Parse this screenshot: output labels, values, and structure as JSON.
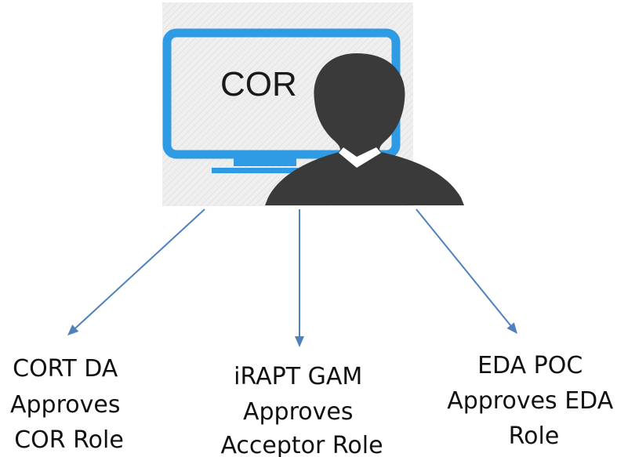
{
  "hero": {
    "label": "COR",
    "icons": [
      "monitor-icon",
      "person-icon"
    ],
    "colors": {
      "monitor": "#2f9be4",
      "person": "#3a3a3a",
      "background": "#ececec"
    }
  },
  "arrow_color": "#4f81bd",
  "nodes": [
    {
      "lines": [
        "CORT DA",
        "Approves",
        "COR Role"
      ]
    },
    {
      "lines": [
        "iRAPT GAM",
        "Approves",
        "Acceptor Role"
      ]
    },
    {
      "lines": [
        "EDA POC",
        "Approves EDA",
        "Role"
      ]
    }
  ]
}
